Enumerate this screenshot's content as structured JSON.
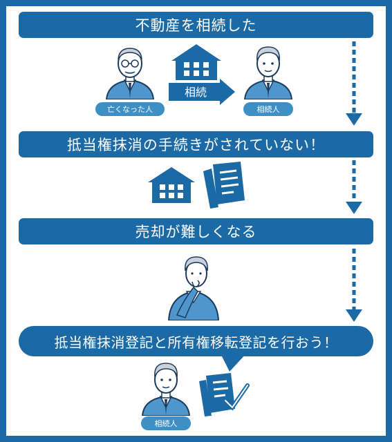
{
  "steps": [
    "不動産を相続した",
    "抵当権抹消の手続きがされていない！",
    "売却が難しくなる",
    "抵当権抹消登記と所有権移転登記を行おう！"
  ],
  "labels": {
    "deceased": "亡くなった人",
    "transfer": "相続",
    "heir": "相続人",
    "heir_bottom": "相続人"
  },
  "colors": {
    "primary": "#1b6aa6",
    "accent": "#3d8fc6",
    "light": "#dfeef8"
  },
  "icons": [
    "elderly-man-icon",
    "house-icon",
    "arrow-right-icon",
    "man-icon",
    "document-icon",
    "thinking-man-icon",
    "document-check-icon",
    "dotted-arrow-icon"
  ]
}
